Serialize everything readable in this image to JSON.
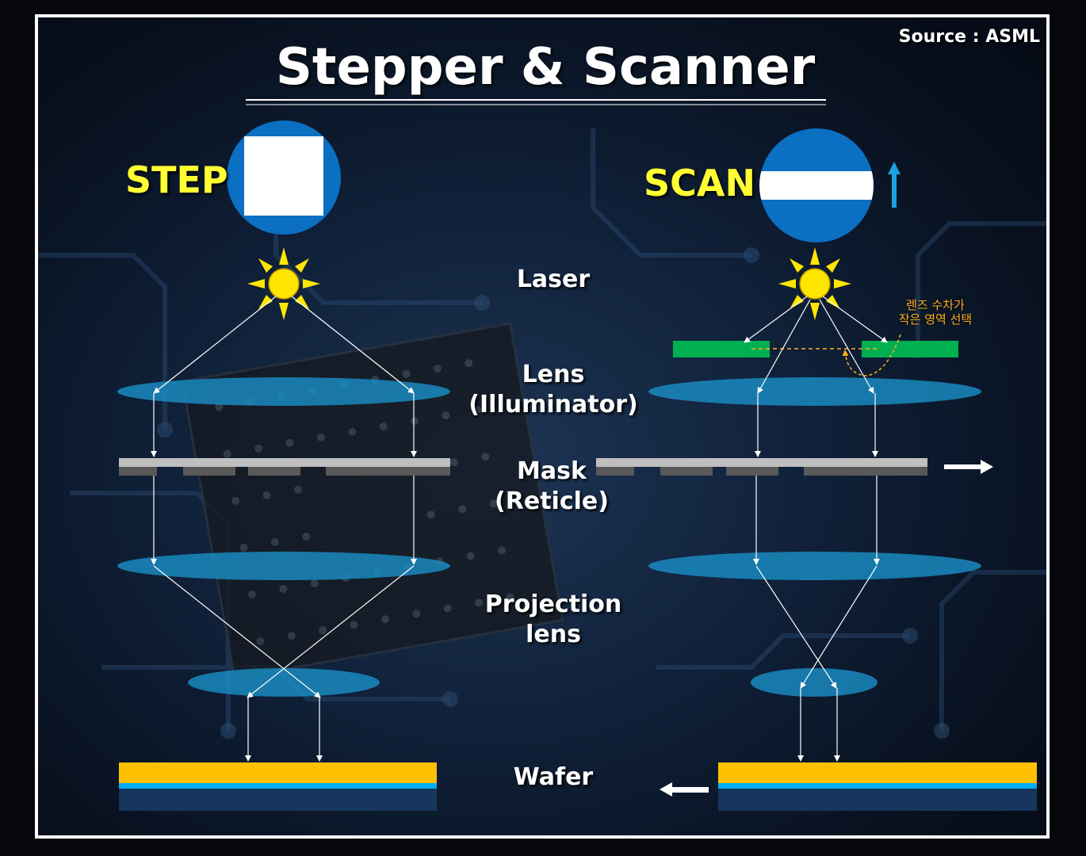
{
  "title": "Stepper & Scanner",
  "source": "Source : ASML",
  "step": {
    "label": "STEP"
  },
  "scan": {
    "label": "SCAN"
  },
  "labels": {
    "laser": "Laser",
    "lens_line1": "Lens",
    "lens_line2": "(Illuminator)",
    "mask_line1": "Mask",
    "mask_line2": "(Reticle)",
    "projection_line1": "Projection",
    "projection_line2": "lens",
    "wafer": "Wafer"
  },
  "annotation": {
    "line1": "렌즈 수차가",
    "line2": "작은 영역 선택"
  },
  "colors": {
    "mode_text": "#ffff33",
    "circle_blue": "#0b6fc2",
    "lens_blue": "#1a90c8",
    "slit_green": "#00b050",
    "wafer_gold": "#ffc000",
    "wafer_cyan": "#00b0f0",
    "wafer_navy": "#17365d",
    "mask_light": "#bfbfbf",
    "mask_dark": "#595959",
    "annotation_orange": "#ffb020",
    "sun_yellow": "#ffe600"
  }
}
